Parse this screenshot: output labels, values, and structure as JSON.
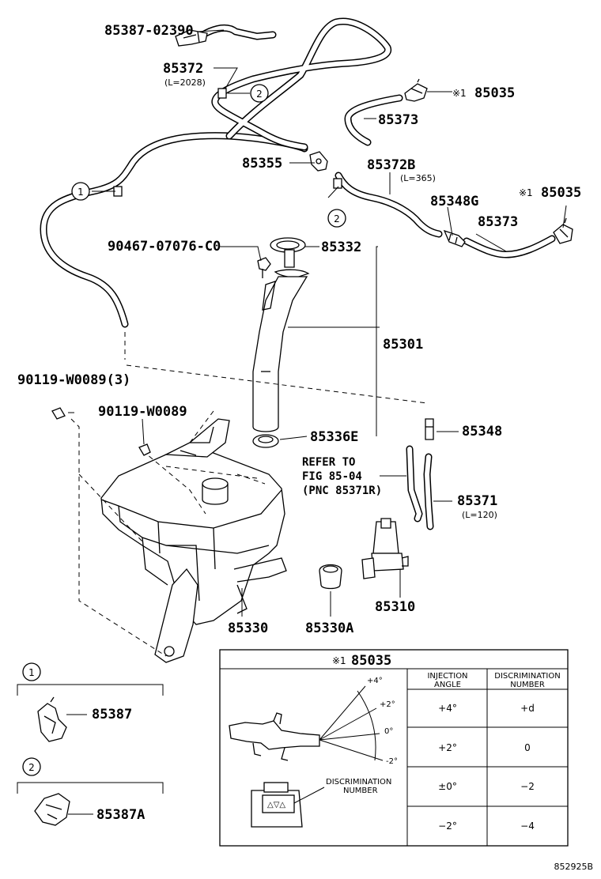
{
  "labels": {
    "p85387_02390": "85387-02390",
    "p85372": "85372",
    "p85372_len": "(L=2028)",
    "p85035_top": "85035",
    "p85373_top": "85373",
    "p85355": "85355",
    "p85372B": "85372B",
    "p85372B_len": "(L=365)",
    "p85348G": "85348G",
    "p85035_right": "85035",
    "p85373_right": "85373",
    "p90467": "90467-07076-C0",
    "p85332": "85332",
    "p85301": "85301",
    "p90119_3": "90119-W0089(3)",
    "p90119": "90119-W0089",
    "p85336E": "85336E",
    "p85348": "85348",
    "refer_line1": "REFER TO",
    "refer_line2": "FIG 85-04",
    "refer_line3": "(PNC 85371R)",
    "p85371": "85371",
    "p85371_len": "(L=120)",
    "p85330": "85330",
    "p85330A": "85330A",
    "p85310": "85310",
    "p85387": "85387",
    "p85387A": "85387A",
    "mark": "※1",
    "circle1": "1",
    "circle2": "2",
    "diagram_code": "852925B"
  },
  "detail": {
    "title": "85035",
    "angle_labels": [
      "+4°",
      "+2°",
      "0°",
      "-2°"
    ],
    "disc_label_line1": "DISCRIMINATION",
    "disc_label_line2": "NUMBER",
    "nozzle_mark": "△▽△"
  },
  "table": {
    "headers": [
      [
        "INJECTION",
        "ANGLE"
      ],
      [
        "DISCRIMINATION",
        "NUMBER"
      ]
    ],
    "rows": [
      {
        "angle": "+4°",
        "number": "+d"
      },
      {
        "angle": "+2°",
        "number": "0"
      },
      {
        "angle": "±0°",
        "number": "−2"
      },
      {
        "angle": "−2°",
        "number": "−4"
      }
    ]
  }
}
